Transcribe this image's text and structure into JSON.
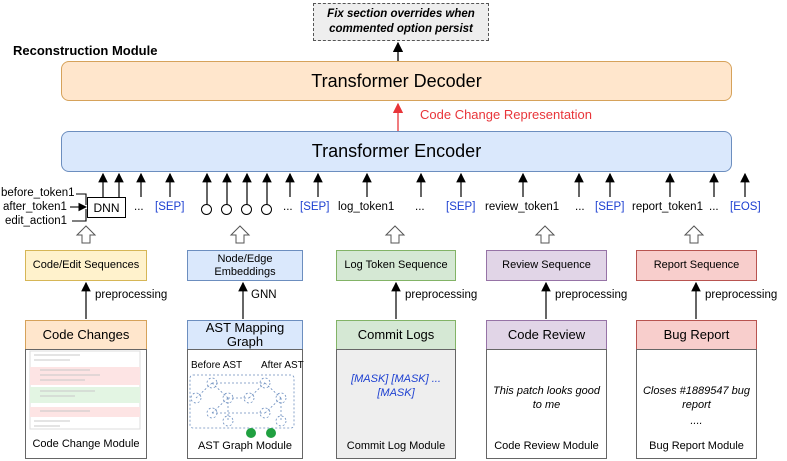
{
  "output": {
    "text": "Fix section overrides when commented option persist"
  },
  "section_title": "Reconstruction Module",
  "decoder": {
    "label": "Transformer Decoder"
  },
  "representation": {
    "label": "Code Change Representation"
  },
  "encoder": {
    "label": "Transformer Encoder"
  },
  "tokens": {
    "before_token": "before_token1",
    "after_token": "after_token1",
    "edit_action": "edit_action1",
    "dnn": "DNN",
    "ellipsis": "...",
    "sep": "[SEP]",
    "log_token": "log_token1",
    "review_token": "review_token1",
    "report_token": "report_token1",
    "eos": "[EOS]"
  },
  "sequences": {
    "code": "Code/Edit Sequences",
    "ast": "Node/Edge Embeddings",
    "log": "Log Token Sequence",
    "review": "Review Sequence",
    "report": "Report Sequence"
  },
  "edges": {
    "preprocessing": "preprocessing",
    "gnn": "GNN"
  },
  "modules": {
    "code": {
      "title": "Code Changes",
      "footer": "Code Change Module"
    },
    "ast": {
      "title": "AST Mapping Graph",
      "footer": "AST Graph Module",
      "before": "Before AST",
      "after": "After AST"
    },
    "log": {
      "title": "Commit Logs",
      "footer": "Commit Log Module",
      "body": "[MASK] [MASK] ... [MASK]"
    },
    "review": {
      "title": "Code Review",
      "footer": "Code Review Module",
      "body": "This patch looks good to me"
    },
    "report": {
      "title": "Bug Report",
      "footer": "Bug Report Module",
      "body": "Closes #1889547 bug report",
      "ellipsis": "...."
    }
  },
  "colors": {
    "decoder_fill": "#ffe6cc",
    "encoder_fill": "#dae8fc",
    "sequence_fill": "#fff2cc",
    "ast_fill": "#dae8fc",
    "log_fill": "#d5e8d4",
    "review_fill": "#e1d5e7",
    "report_fill": "#f8cecc",
    "sep_text": "#1c3fd1",
    "representation_text": "#e8353a"
  }
}
